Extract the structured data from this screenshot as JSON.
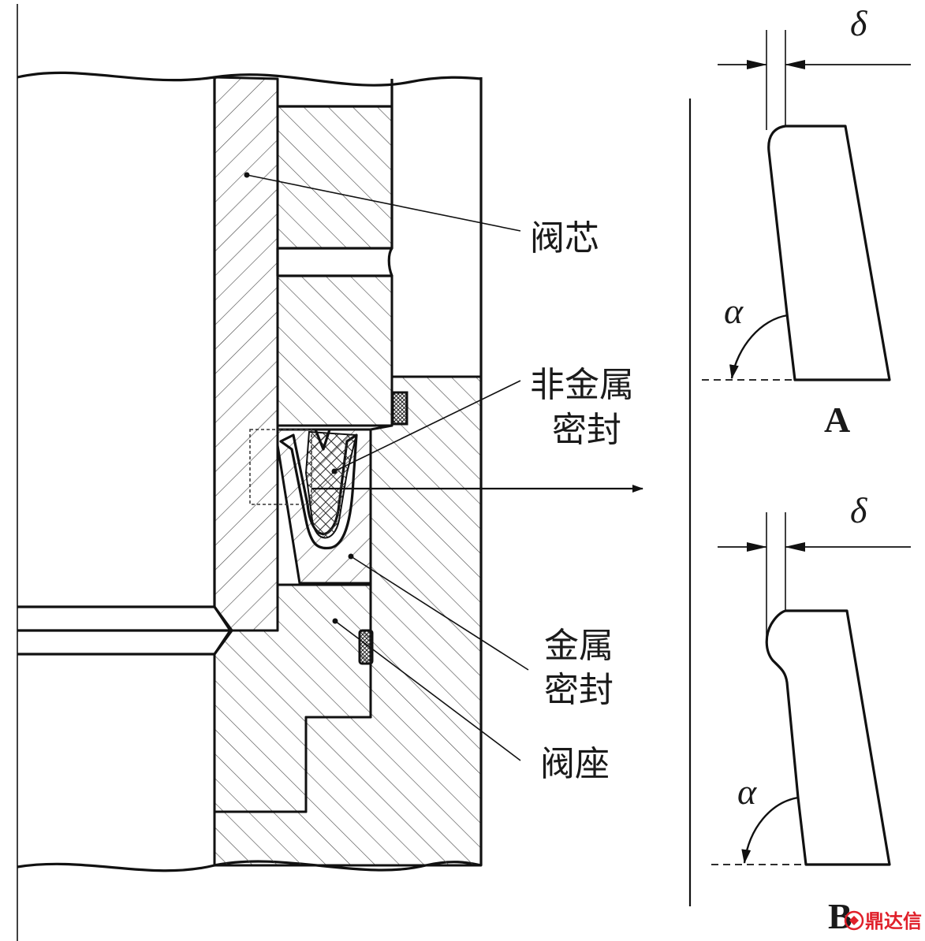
{
  "labels": {
    "valve_core": "阀芯",
    "nonmetal_seal_line1": "非金属",
    "nonmetal_seal_line2": "密封",
    "metal_seal_line1": "金属",
    "metal_seal_line2": "密封",
    "valve_seat": "阀座",
    "detail_a": "A",
    "detail_b": "B",
    "delta": "δ",
    "alpha": "α"
  },
  "watermark": {
    "text": "鼎达信",
    "color": "#e0202a"
  }
}
